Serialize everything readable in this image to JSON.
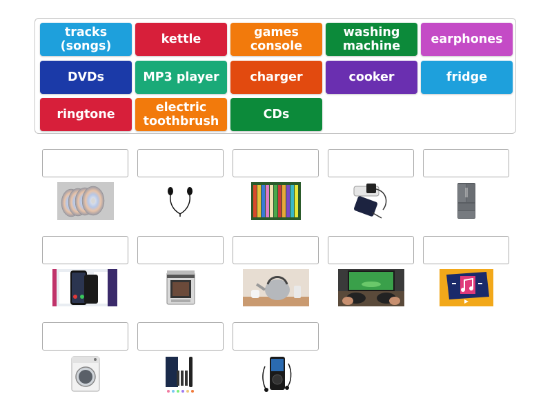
{
  "word_bank": [
    {
      "label": "tracks (songs)",
      "color": "#1ea0dc"
    },
    {
      "label": "kettle",
      "color": "#d71f3a"
    },
    {
      "label": "games console",
      "color": "#f27a0c"
    },
    {
      "label": "washing machine",
      "color": "#0c8a3a"
    },
    {
      "label": "earphones",
      "color": "#c44bc6"
    },
    {
      "label": "DVDs",
      "color": "#1b3aa8"
    },
    {
      "label": "MP3 player",
      "color": "#1aaa78"
    },
    {
      "label": "charger",
      "color": "#e24a0f"
    },
    {
      "label": "cooker",
      "color": "#6a2fb0"
    },
    {
      "label": "fridge",
      "color": "#1ea0dc"
    },
    {
      "label": "ringtone",
      "color": "#d71f3a"
    },
    {
      "label": "electric toothbrush",
      "color": "#f27a0c"
    },
    {
      "label": "CDs",
      "color": "#0c8a3a"
    }
  ],
  "pictures": [
    "cds-image",
    "earphones-image",
    "dvds-image",
    "charger-image",
    "fridge-image",
    "phone-ringtone-image",
    "cooker-image",
    "kettle-image",
    "games-console-image",
    "music-tracks-image",
    "washing-machine-image",
    "electric-toothbrush-image",
    "mp3-player-image"
  ]
}
